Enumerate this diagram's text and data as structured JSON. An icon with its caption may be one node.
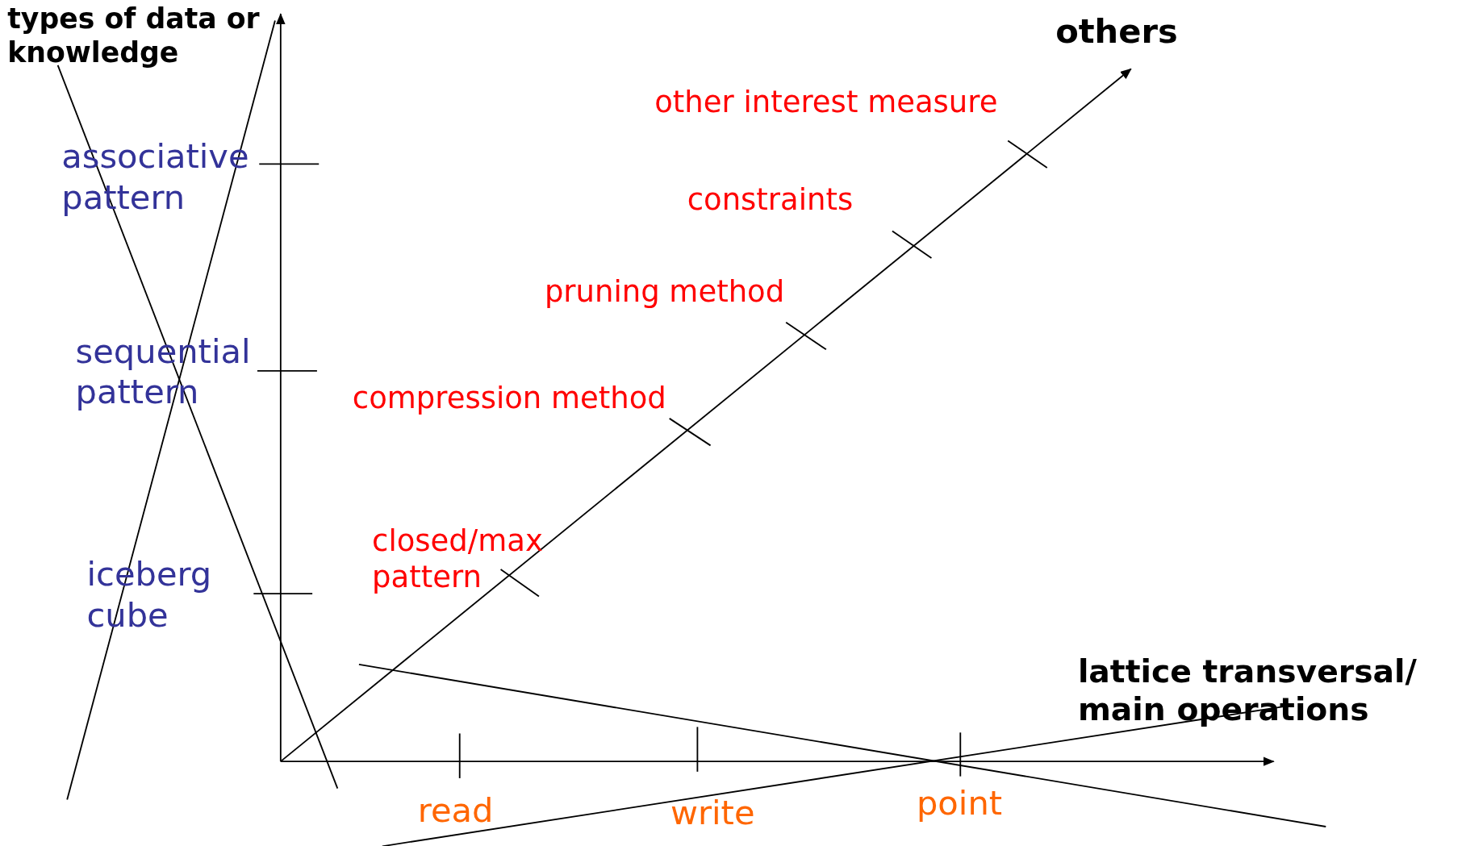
{
  "diagram": {
    "labels": [
      "types of data or knowledge",
      "others",
      "other interest measure",
      "associative pattern",
      "constraints",
      "pruning method",
      "sequential pattern",
      "compression method",
      "closed/max pattern",
      "iceberg cube",
      "lattice transversal/ main operations",
      "read",
      "write",
      "point"
    ]
  }
}
